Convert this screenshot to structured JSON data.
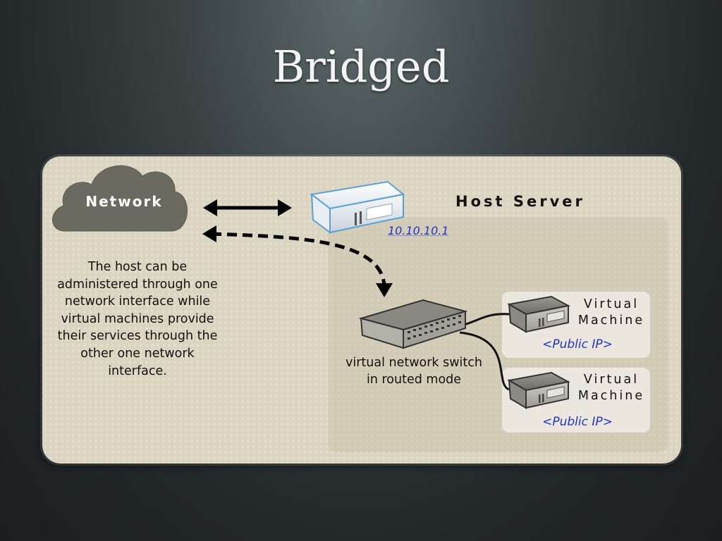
{
  "title": "Bridged",
  "network": {
    "label": "Network"
  },
  "host": {
    "label": "Host Server",
    "ip": "10.10.10.1"
  },
  "description": "The host can be administered through one network interface while virtual machines provide their services through the other one network interface.",
  "switch": {
    "label_line1": "virtual network switch",
    "label_line2": "in routed mode"
  },
  "vms": [
    {
      "name_line1": "Virtual",
      "name_line2": "Machine",
      "ip": "<Public IP>"
    },
    {
      "name_line1": "Virtual",
      "name_line2": "Machine",
      "ip": "<Public IP>"
    }
  ],
  "colors": {
    "ip_text": "#2233cc",
    "cloud": "#6b6a60",
    "panel": "#dad4c0"
  }
}
